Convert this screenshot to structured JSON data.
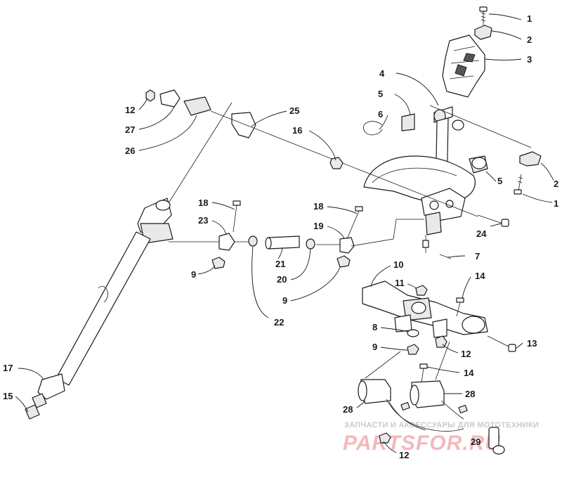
{
  "callouts": [
    {
      "id": "c1a",
      "label": "1"
    },
    {
      "id": "c2a",
      "label": "2"
    },
    {
      "id": "c3",
      "label": "3"
    },
    {
      "id": "c4",
      "label": "4"
    },
    {
      "id": "c5a",
      "label": "5"
    },
    {
      "id": "c6",
      "label": "6"
    },
    {
      "id": "c5b",
      "label": "5"
    },
    {
      "id": "c2b",
      "label": "2"
    },
    {
      "id": "c1b",
      "label": "1"
    },
    {
      "id": "c12a",
      "label": "12"
    },
    {
      "id": "c27",
      "label": "27"
    },
    {
      "id": "c26",
      "label": "26"
    },
    {
      "id": "c25",
      "label": "25"
    },
    {
      "id": "c16",
      "label": "16"
    },
    {
      "id": "c18a",
      "label": "18"
    },
    {
      "id": "c23",
      "label": "23"
    },
    {
      "id": "c9a",
      "label": "9"
    },
    {
      "id": "c18b",
      "label": "18"
    },
    {
      "id": "c19",
      "label": "19"
    },
    {
      "id": "c21",
      "label": "21"
    },
    {
      "id": "c20",
      "label": "20"
    },
    {
      "id": "c9b",
      "label": "9"
    },
    {
      "id": "c22",
      "label": "22"
    },
    {
      "id": "c24",
      "label": "24"
    },
    {
      "id": "c7",
      "label": "7"
    },
    {
      "id": "c10",
      "label": "10"
    },
    {
      "id": "c11",
      "label": "11"
    },
    {
      "id": "c14a",
      "label": "14"
    },
    {
      "id": "c8",
      "label": "8"
    },
    {
      "id": "c9c",
      "label": "9"
    },
    {
      "id": "c12b",
      "label": "12"
    },
    {
      "id": "c13",
      "label": "13"
    },
    {
      "id": "c14b",
      "label": "14"
    },
    {
      "id": "c28a",
      "label": "28"
    },
    {
      "id": "c28b",
      "label": "28"
    },
    {
      "id": "c17",
      "label": "17"
    },
    {
      "id": "c15",
      "label": "15"
    },
    {
      "id": "c12c",
      "label": "12"
    },
    {
      "id": "c29",
      "label": "29"
    }
  ],
  "watermark": {
    "tagline": "ЗАПЧАСТИ И АКСЕССУАРЫ ДЛЯ МОТОТЕХНИКИ",
    "brand": "PARTSFOR.RU"
  },
  "colors": {
    "line": "#1a1a1a",
    "watermark_text": "#c9c9c9",
    "watermark_brand": "#f3b9bd"
  }
}
